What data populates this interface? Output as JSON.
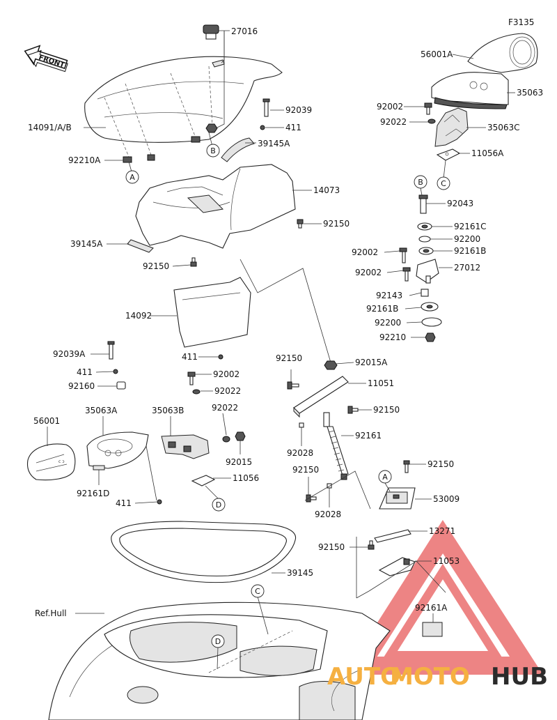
{
  "figure_code": "F3135",
  "front_label": "FRONT",
  "ref_label": "Ref.Hull",
  "watermark": {
    "brand_left": "AUTO",
    "brand_mid": "MOTO",
    "brand_right": "HUB",
    "colors": {
      "left": "#f5b041",
      "mid": "#f5b041",
      "right": "#2b2b2b",
      "triangle": "#e85c5c"
    }
  },
  "circles": {
    "A": "A",
    "B": "B",
    "C": "C",
    "D": "D"
  },
  "parts": {
    "p27016": "27016",
    "p14091": "14091/A/B",
    "p92039": "92039",
    "p411a": "411",
    "p39145A": "39145A",
    "p92210A": "92210A",
    "p14073": "14073",
    "p92150a": "92150",
    "p39145Ab": "39145A",
    "p92150b": "92150",
    "p14092": "14092",
    "p411b": "411",
    "p56001A": "56001A",
    "p35063": "35063",
    "p92002a": "92002",
    "p92022a": "92022",
    "p35063C": "35063C",
    "p11056A": "11056A",
    "p92043": "92043",
    "p92161Ca": "92161C",
    "p92200a": "92200",
    "p92002b": "92002",
    "p92161Ba": "92161B",
    "p92002c": "92002",
    "p27012": "27012",
    "p92143": "92143",
    "p92161Bb": "92161B",
    "p92200b": "92200",
    "p92210": "92210",
    "p92039A": "92039A",
    "p411c": "411",
    "p92160": "92160",
    "p56001": "56001",
    "p35063A": "35063A",
    "p35063B": "35063B",
    "p92002d": "92002",
    "p92022b": "92022",
    "p92022c": "92022",
    "p92015": "92015",
    "p11056": "11056",
    "p92161D": "92161D",
    "p411d": "411",
    "p92150c": "92150",
    "p92015A": "92015A",
    "p11051": "11051",
    "p92150d": "92150",
    "p92028a": "92028",
    "p92161": "92161",
    "p92150e": "92150",
    "p92028b": "92028",
    "p92150f": "92150",
    "p53009": "53009",
    "p13271": "13271",
    "p92150g": "92150",
    "p11053": "11053",
    "p39145": "39145",
    "p92161A": "92161A"
  }
}
